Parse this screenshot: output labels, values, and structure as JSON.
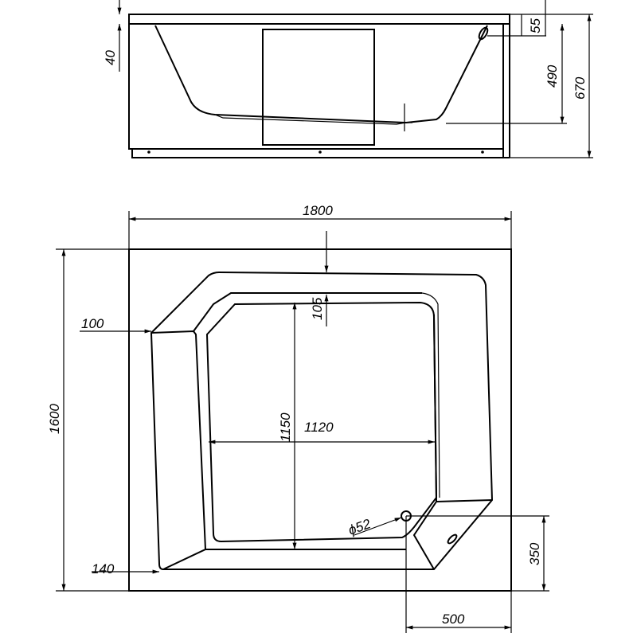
{
  "side_view": {
    "dims": {
      "rim": "40",
      "overflow": "55",
      "depth": "490",
      "height": "670"
    }
  },
  "plan_view": {
    "dims": {
      "length": "1800",
      "width": "1600",
      "inner_length": "1150",
      "inner_width": "1120",
      "top_offset": "105",
      "left_offset": "100",
      "bottom_offset": "140",
      "drain_diameter": "ϕ52",
      "drain_y": "350",
      "drain_x": "500"
    }
  }
}
